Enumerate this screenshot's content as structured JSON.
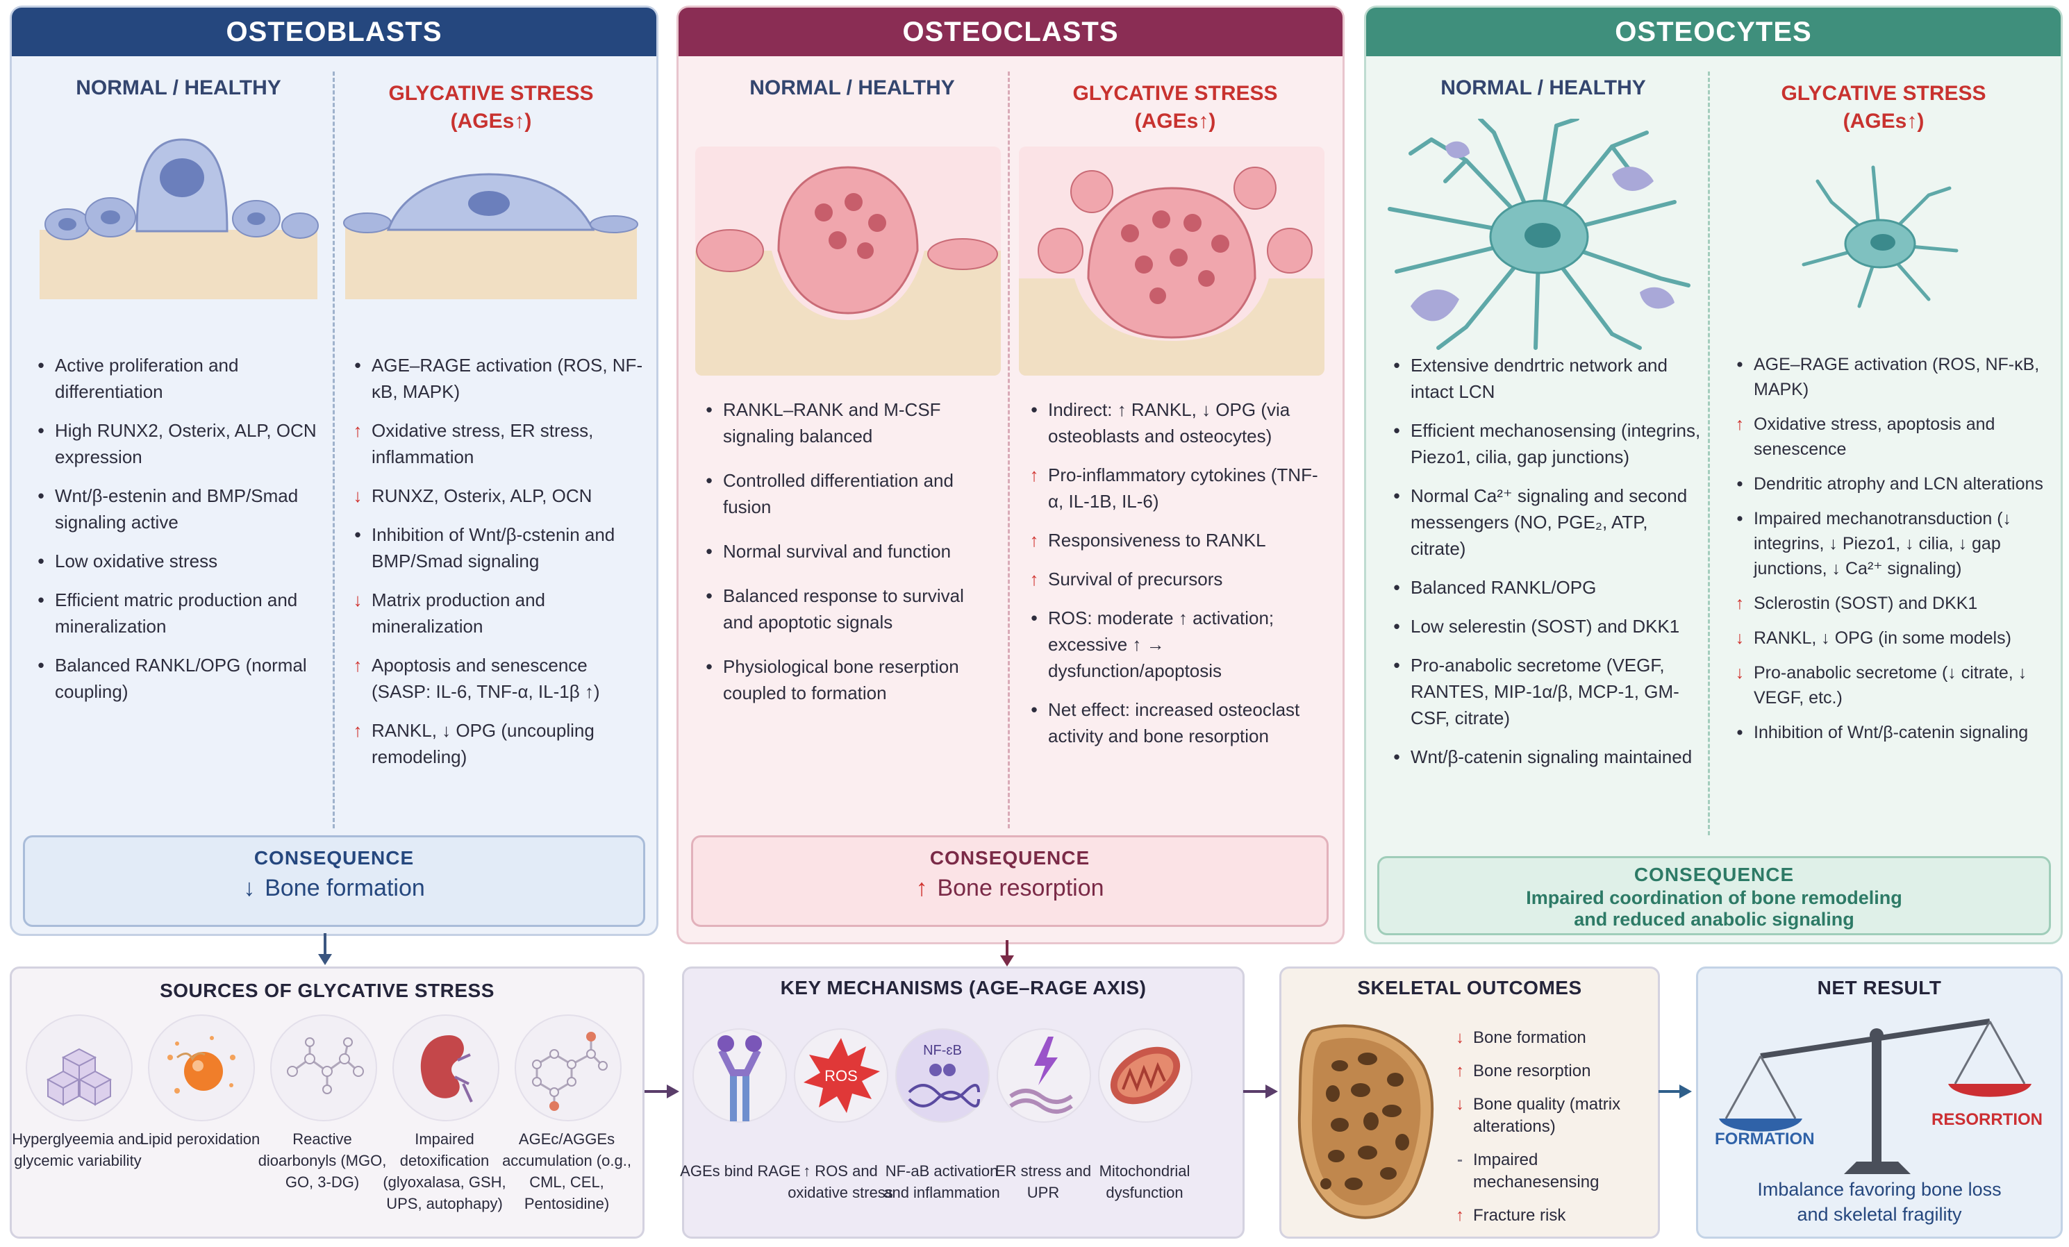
{
  "osteoblasts": {
    "title": "OSTEOBLASTS",
    "normal_header": "NORMAL / HEALTHY",
    "glycative_header_line1": "GLYCATIVE STRESS",
    "glycative_header_line2": "(AGEs↑)",
    "normal_items": [
      "Active proliferation and differentiation",
      "High RUNX2, Osterix, ALP, OCN expression",
      "Wnt/β-estenin and BMP/Smad signaling active",
      "Low oxidative stress",
      "Efficient matric production and mineralization",
      "Balanced RANKL/OPG (normal coupling)"
    ],
    "glycative_items": [
      {
        "mark": "•",
        "text": "AGE–RAGE activation (ROS, NF-κB, MAPK)"
      },
      {
        "mark": "↑",
        "text": "Oxidative stress, ER stress, inflammation"
      },
      {
        "mark": "↓",
        "text": "RUNXZ, Osterix, ALP, OCN"
      },
      {
        "mark": "•",
        "text": "Inhibition of Wnt/β-cstenin and BMP/Smad signaling"
      },
      {
        "mark": "↓",
        "text": "Matrix production and mineralization"
      },
      {
        "mark": "↑",
        "text": "Apoptosis and senescence (SASP: IL-6, TNF-α, IL-1β ↑)"
      },
      {
        "mark": "↑",
        "text": "RANKL, ↓ OPG (uncoupling remodeling)"
      }
    ],
    "consequence_title": "CONSEQUENCE",
    "consequence_arrow": "↓",
    "consequence_value": "Bone formation"
  },
  "osteoclasts": {
    "title": "OSTEOCLASTS",
    "normal_header": "NORMAL / HEALTHY",
    "glycative_header_line1": "GLYCATIVE STRESS",
    "glycative_header_line2": "(AGEs↑)",
    "normal_items": [
      "RANKL–RANK and M-CSF signaling balanced",
      "Controlled differentiation and fusion",
      "Normal survival and function",
      "Balanced response to survival and apoptotic signals",
      "Physiological bone reserption coupled to formation"
    ],
    "glycative_items": [
      {
        "mark": "•",
        "text": "Indirect: ↑ RANKL, ↓ OPG (via osteoblasts and osteocytes)"
      },
      {
        "mark": "↑",
        "text": "Pro-inflammatory cytokines (TNF-α, IL-1B, IL-6)"
      },
      {
        "mark": "↑",
        "text": "Responsiveness to RANKL"
      },
      {
        "mark": "↑",
        "text": "Survival of precursors"
      },
      {
        "mark": "•",
        "text": "ROS: moderate ↑ activation; excessive ↑ → dysfunction/apoptosis"
      },
      {
        "mark": "•",
        "text": "Net effect: increased osteoclast activity and bone resorption"
      }
    ],
    "consequence_title": "CONSEQUENCE",
    "consequence_arrow": "↑",
    "consequence_value": "Bone resorption"
  },
  "osteocytes": {
    "title": "OSTEOCYTES",
    "normal_header": "NORMAL / HEALTHY",
    "glycative_header_line1": "GLYCATIVE STRESS",
    "glycative_header_line2": "(AGEs↑)",
    "normal_items": [
      "Extensive dendrtric network and intact LCN",
      "Efficient mechanosensing (integrins, Piezo1, cilia, gap junctions)",
      "Normal Ca²⁺ signaling and second messengers (NO, PGE₂, ATP, citrate)",
      "Balanced RANKL/OPG",
      "Low selerestin (SOST) and DKK1",
      "Pro-anabolic secretome (VEGF, RANTES, MIP-1α/β, MCP-1, GM-CSF, citrate)",
      "Wnt/β-catenin signaling maintained"
    ],
    "glycative_items": [
      {
        "mark": "•",
        "text": "AGE–RAGE activation (ROS, NF-κB, MAPK)"
      },
      {
        "mark": "↑",
        "text": "Oxidative stress, apoptosis and senescence"
      },
      {
        "mark": "•",
        "text": "Dendritic atrophy and LCN alterations"
      },
      {
        "mark": "•",
        "text": "Impaired mechanotransduction (↓ integrins, ↓ Piezo1, ↓ cilia, ↓ gap junctions, ↓ Ca²⁺ signaling)"
      },
      {
        "mark": "↑",
        "text": "Sclerostin (SOST) and DKK1"
      },
      {
        "mark": "↓",
        "text": "RANKL, ↓ OPG (in some models)"
      },
      {
        "mark": "↓",
        "text": "Pro-anabolic secretome (↓ citrate, ↓ VEGF, etc.)"
      },
      {
        "mark": "•",
        "text": "Inhibition of Wnt/β-catenin signaling"
      }
    ],
    "consequence_title": "CONSEQUENCE",
    "consequence_line1": "Impaired coordination of bone remodeling",
    "consequence_line2": "and reduced anabolic signaling"
  },
  "sources": {
    "title": "SOURCES OF GLYCATIVE STRESS",
    "items": [
      {
        "label": "Hyperglyeemia and glycemic variability",
        "icon": "glucose-cubes-icon"
      },
      {
        "label": "Lipid peroxidation",
        "icon": "lipid-icon"
      },
      {
        "label": "Reactive dioarbonyls (MGO, GO, 3-DG)",
        "icon": "molecule-icon"
      },
      {
        "label": "Impaired detoxification (glyoxalasa, GSH, UPS, autophapy)",
        "icon": "kidney-icon"
      },
      {
        "label": "AGEc/AGGEs accumulation (o.g., CML, CEL, Pentosidine)",
        "icon": "age-molecule-icon"
      }
    ]
  },
  "mechanisms": {
    "title": "KEY MECHANISMS (AGE–RAGE AXIS)",
    "items": [
      {
        "label": "AGEs bind RAGE",
        "icon": "receptor-icon"
      },
      {
        "label": "↑ ROS and oxidative stress",
        "icon": "ros-icon",
        "badge": "ROS"
      },
      {
        "label": "NF-aB activation and inflammation",
        "icon": "nfkb-dna-icon",
        "badge": "NF-ɛB"
      },
      {
        "label": "ER stress and UPR",
        "icon": "er-stress-icon"
      },
      {
        "label": "Mitochondrial dysfunction",
        "icon": "mitochondria-icon"
      }
    ]
  },
  "outcomes": {
    "title": "SKELETAL OUTCOMES",
    "items": [
      {
        "mark": "↓",
        "text": "Bone formation"
      },
      {
        "mark": "↑",
        "text": "Bone resorption"
      },
      {
        "mark": "↓",
        "text": "Bone quality (matrix alterations)"
      },
      {
        "mark": "-",
        "text": "Impaired mechanesensing"
      },
      {
        "mark": "↑",
        "text": "Fracture risk"
      }
    ]
  },
  "net_result": {
    "title": "NET RESULT",
    "formation_label": "FORMATION",
    "resorption_label": "RESORRTION",
    "summary_line1": "Imbalance favoring bone loss",
    "summary_line2": "and skeletal fragility"
  },
  "colors": {
    "osteoblast_header": "#25477e",
    "osteoclast_header": "#8a2d54",
    "osteocyte_header": "#3f8f7c",
    "accent_red": "#d0322e",
    "navy_text": "#33456e"
  }
}
